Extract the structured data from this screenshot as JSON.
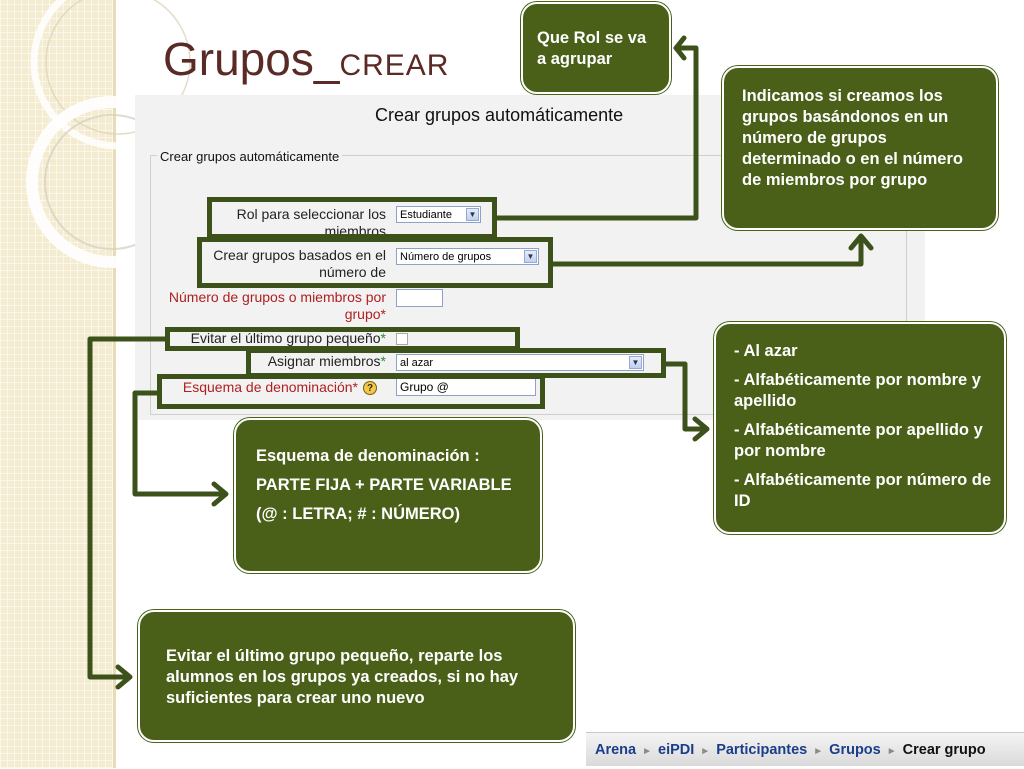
{
  "slide": {
    "title_main": "Grupos_",
    "title_sub": "CREAR"
  },
  "form": {
    "heading": "Crear grupos automáticamente",
    "legend": "Crear grupos automáticamente",
    "fields": {
      "role_label": "Rol para seleccionar los miembros",
      "role_value": "Estudiante",
      "based_label": "Crear grupos basados en el número de",
      "based_value": "Número de grupos",
      "number_label": "Número de grupos o miembros por grupo",
      "number_value": "",
      "avoid_label": "Evitar el último grupo pequeño",
      "assign_label": "Asignar miembros",
      "assign_value": "al azar",
      "naming_label": "Esquema de denominación",
      "naming_value": "Grupo @",
      "required_mark": "*",
      "help_glyph": "?"
    }
  },
  "callouts": {
    "rol": "Que Rol se va a agrupar",
    "based": "Indicamos si creamos los grupos basándonos en un número de grupos determinado o en el número de miembros por grupo",
    "assign": [
      "- Al azar",
      "- Alfabéticamente por nombre y apellido",
      "- Alfabéticamente por apellido y por nombre",
      "- Alfabéticamente por número de ID"
    ],
    "naming": {
      "title": "Esquema de denominación :",
      "line1": "PARTE FIJA + PARTE VARIABLE",
      "line2": "(@ : LETRA; # : NÚMERO)"
    },
    "avoid": "Evitar el último grupo pequeño, reparte los alumnos en los grupos ya creados, si no hay suficientes para crear uno nuevo"
  },
  "breadcrumb": {
    "items": [
      "Arena",
      "eiPDI",
      "Participantes",
      "Grupos"
    ],
    "current": "Crear grupo",
    "separator": "►"
  },
  "colors": {
    "callout_green": "#4a6019",
    "highlight_green": "#3d521a",
    "title_red": "#5a2a26",
    "link_blue": "#1a3e8a"
  }
}
